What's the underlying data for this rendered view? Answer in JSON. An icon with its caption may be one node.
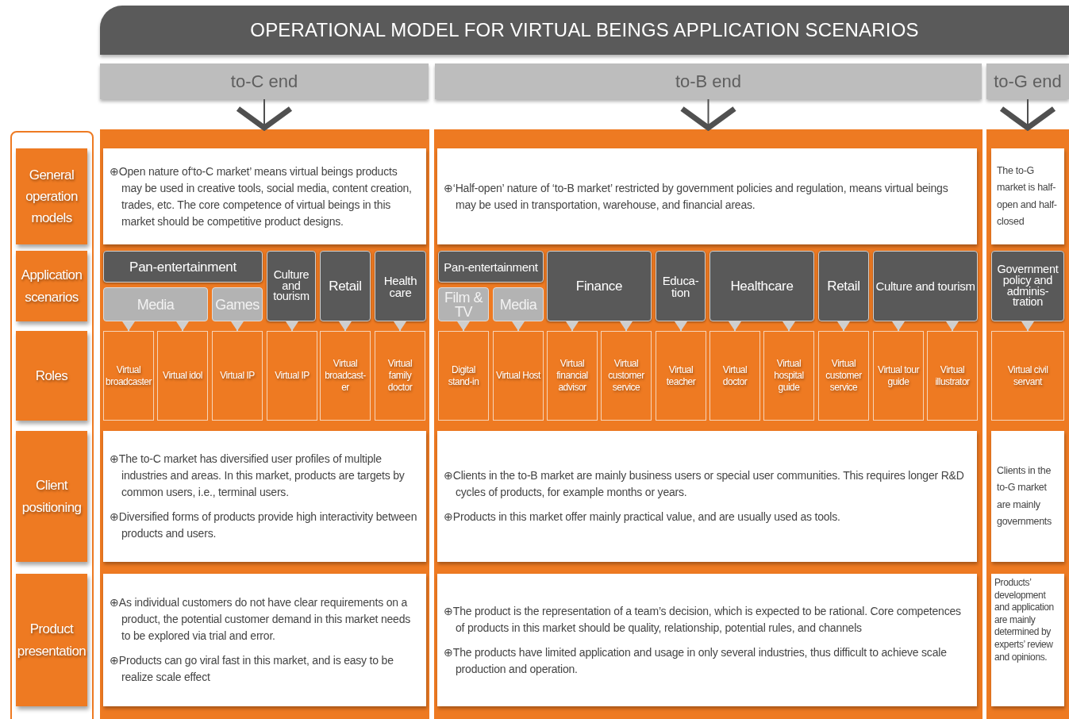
{
  "diagram": {
    "title": "OPERATIONAL MODEL FOR VIRTUAL BEINGS APPLICATION SCENARIOS",
    "nodes": [
      {
        "text": [
          "to-C end"
        ]
      },
      {
        "text": [
          "to-B end"
        ]
      },
      {
        "text": [
          "to-G end"
        ]
      },
      {
        "text": [],
        "shape": "box"
      },
      {
        "text": [
          "General operation models"
        ],
        "in": 3
      },
      {
        "text": [
          "Application scenarios"
        ],
        "in": 3
      },
      {
        "text": [
          "Roles"
        ],
        "in": 3
      },
      {
        "text": [
          "Client positioning"
        ],
        "in": 3
      },
      {
        "text": [
          "Product presentation"
        ],
        "in": 3
      },
      {
        "text": [],
        "shape": "box"
      },
      {
        "text": [],
        "shape": "box"
      },
      {
        "text": [],
        "shape": "box"
      },
      {
        "text": [
          "⊕Open nature of‘to-C market’ means virtual beings products may be used in creative tools, social media, content creation, trades, etc. The core competence of virtual beings in this market should be competitive product designs."
        ],
        "in": 9
      },
      {
        "text": [
          "Pan-entertainment"
        ],
        "in": 9
      },
      {
        "text": [
          "Media"
        ],
        "in": 9
      },
      {
        "text": [
          "Games"
        ],
        "in": 9
      },
      {
        "text": [
          "Culture and tourism"
        ],
        "in": 9
      },
      {
        "text": [
          "Retail"
        ],
        "in": 9
      },
      {
        "text": [
          "Health care"
        ],
        "in": 9
      },
      {
        "text": [
          "Virtual broadcaster"
        ],
        "in": 9
      },
      {
        "text": [
          "Virtual idol"
        ],
        "in": 9
      },
      {
        "text": [
          "Virtual IP"
        ],
        "in": 9
      },
      {
        "text": [
          "Virtual IP"
        ],
        "in": 9
      },
      {
        "text": [
          "Virtual broadcast-er"
        ],
        "in": 9
      },
      {
        "text": [
          "Virtual family doctor"
        ],
        "in": 9
      },
      {
        "text": [
          "⊕The to-C market has diversified user profiles of multiple industries and areas. In this market, products are targets by common users, i.e., terminal users.",
          "⊕Diversified forms of products provide high interactivity between products and users."
        ],
        "in": 9
      },
      {
        "text": [
          "⊕As individual customers do not have clear requirements on a product, the potential customer demand in this market needs to be explored via trial and error.",
          "⊕Products can go viral fast in this market, and is easy to be realize scale effect"
        ],
        "in": 9
      },
      {
        "text": [
          "⊕‘Half-open’ nature of ‘to-B market’ restricted by government policies and regulation, means virtual beings may be used in transportation, warehouse, and financial areas."
        ],
        "in": 10
      },
      {
        "text": [
          "Pan-entertainment"
        ],
        "in": 10
      },
      {
        "text": [
          "Film & TV"
        ],
        "in": 10
      },
      {
        "text": [
          "Media"
        ],
        "in": 10
      },
      {
        "text": [
          "Finance"
        ],
        "in": 10
      },
      {
        "text": [
          "Educa-tion"
        ],
        "in": 10
      },
      {
        "text": [
          "Healthcare"
        ],
        "in": 10
      },
      {
        "text": [
          "Retail"
        ],
        "in": 10
      },
      {
        "text": [
          "Culture and tourism"
        ],
        "in": 10
      },
      {
        "text": [
          "Digital stand-in"
        ],
        "in": 10
      },
      {
        "text": [
          "Virtual Host"
        ],
        "in": 10
      },
      {
        "text": [
          "Virtual financial advisor"
        ],
        "in": 10
      },
      {
        "text": [
          "Virtual customer service"
        ],
        "in": 10
      },
      {
        "text": [
          "Virtual teacher"
        ],
        "in": 10
      },
      {
        "text": [
          "Virtual doctor"
        ],
        "in": 10
      },
      {
        "text": [
          "Virtual hospital guide"
        ],
        "in": 10
      },
      {
        "text": [
          "Virtual customer service"
        ],
        "in": 10
      },
      {
        "text": [
          "Virtual tour guide"
        ],
        "in": 10
      },
      {
        "text": [
          "Virtual illustrator"
        ],
        "in": 10
      },
      {
        "text": [
          "⊕Clients in the to-B market are mainly business users or special user communities. This requires longer R&D cycles of products, for example months or years.",
          "⊕Products in this market offer mainly practical value, and are usually used as tools."
        ],
        "in": 10
      },
      {
        "text": [
          "⊕The product is the representation of a team’s decision, which is expected to be rational. Core competences of products in this market should be quality, relationship, potential rules, and channels",
          "⊕The products have limited application and usage in only several industries, thus difficult to achieve scale production and operation."
        ],
        "in": 10
      },
      {
        "text": [
          "The to-G market is half-open and half-closed"
        ],
        "in": 11
      },
      {
        "text": [
          "Government policy and adminis-tration"
        ],
        "in": 11
      },
      {
        "text": [
          "Virtual civil servant"
        ],
        "in": 11
      },
      {
        "text": [
          "Clients in the to-G market are mainly governments"
        ],
        "in": 11
      },
      {
        "text": [
          "Products’ development and application are mainly determined by experts’ review and opinions."
        ],
        "in": 11
      }
    ],
    "edges": [
      {
        "from": 0,
        "to": 9,
        "arrow": "to",
        "color": "#505050"
      },
      {
        "from": 1,
        "to": 10,
        "arrow": "to",
        "color": "#505050"
      },
      {
        "from": 2,
        "to": 11,
        "arrow": "to",
        "color": "#505050"
      },
      {
        "from": 14,
        "to": 19,
        "arrow": "to"
      },
      {
        "from": 14,
        "to": 20,
        "arrow": "to"
      },
      {
        "from": 15,
        "to": 21,
        "arrow": "to"
      },
      {
        "from": 16,
        "to": 22,
        "arrow": "to"
      },
      {
        "from": 17,
        "to": 23,
        "arrow": "to"
      },
      {
        "from": 18,
        "to": 24,
        "arrow": "to"
      },
      {
        "from": 29,
        "to": 36,
        "arrow": "to"
      },
      {
        "from": 30,
        "to": 37,
        "arrow": "to"
      },
      {
        "from": 31,
        "to": 38,
        "arrow": "to"
      },
      {
        "from": 31,
        "to": 39,
        "arrow": "to"
      },
      {
        "from": 32,
        "to": 40,
        "arrow": "to"
      },
      {
        "from": 33,
        "to": 41,
        "arrow": "to"
      },
      {
        "from": 33,
        "to": 42,
        "arrow": "to"
      },
      {
        "from": 34,
        "to": 43,
        "arrow": "to"
      },
      {
        "from": 35,
        "to": 44,
        "arrow": "to"
      },
      {
        "from": 35,
        "to": 45,
        "arrow": "to"
      },
      {
        "from": 49,
        "to": 50,
        "arrow": "to"
      }
    ]
  }
}
